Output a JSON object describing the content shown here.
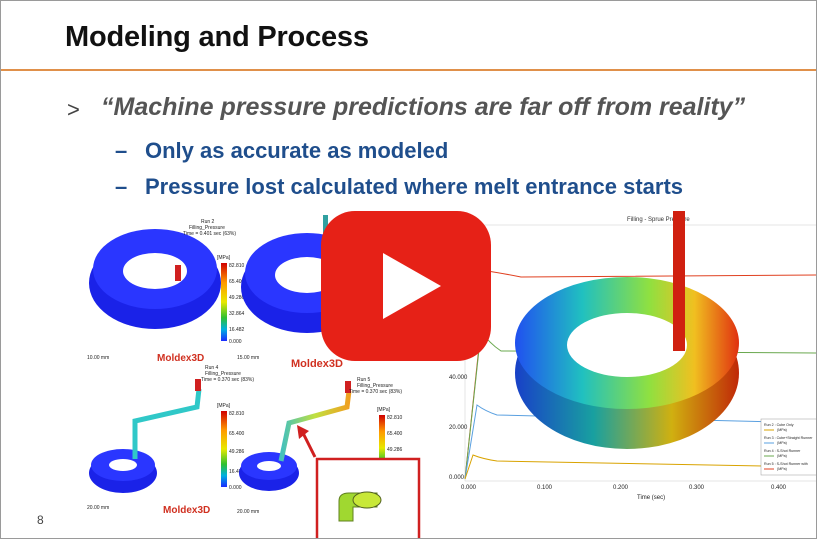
{
  "slide": {
    "title": "Modeling and Process",
    "bullet_marker": ">",
    "quote": "“Machine pressure predictions are far off from reality”",
    "subpoints": [
      {
        "dash": "–",
        "text": "Only as accurate as modeled"
      },
      {
        "dash": "–",
        "text": "Pressure lost calculated where melt entrance starts"
      }
    ],
    "page_number": "8"
  },
  "sim_panels": {
    "brand": "Moldex3D",
    "run_labels": [
      "Run 2",
      "Run 4",
      "Run 5"
    ],
    "quantity": "Filling_Pressure",
    "times": [
      "Time = 0.401 sec (63%)",
      "Time = 0.370 sec (83%)",
      "Time = 0.370 sec (83%)"
    ],
    "unit": "[MPa]",
    "scale_values": [
      "82.810",
      "65.400",
      "49.286",
      "32.864",
      "16.482",
      "0.000"
    ],
    "scale_bars": [
      "10.00 mm",
      "15.00 mm",
      "20.00 mm",
      "20.00 mm"
    ]
  },
  "graph": {
    "title": "Filling - Sprue Pressure",
    "y_ticks": [
      "40.000",
      "20.000",
      "0.000"
    ],
    "x_ticks": [
      "0.000",
      "0.100",
      "0.200",
      "0.300",
      "0.400"
    ],
    "xlabel": "Time (sec)",
    "legend": [
      {
        "name": "Run 2 : Cube Only",
        "unit": "(MPa)",
        "color": "#d9a300"
      },
      {
        "name": "Run 3 : Cube+Straight Runner",
        "unit": "(MPa)",
        "color": "#5aa0e0"
      },
      {
        "name": "Run 4 : S-Shot Runner",
        "unit": "(MPa)",
        "color": "#6aa84f"
      },
      {
        "name": "Run 5 : S-Shot Runner with",
        "unit": "(MPa)",
        "color": "#e04020"
      }
    ]
  },
  "video": {
    "play_label": "Play video",
    "accent": "#e62117"
  }
}
